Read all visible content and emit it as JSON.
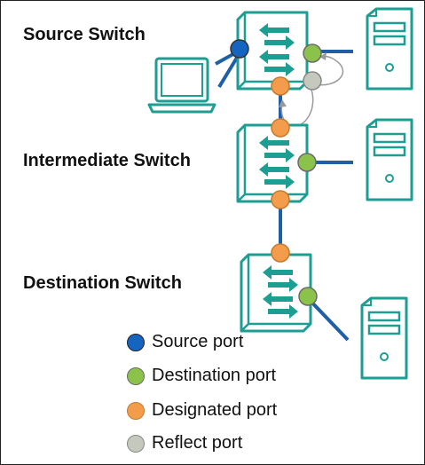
{
  "labels": {
    "source_switch": "Source Switch",
    "intermediate_switch": "Intermediate Switch",
    "destination_switch": "Destination Switch"
  },
  "legend": [
    {
      "label": "Source port",
      "color": "#1565c0"
    },
    {
      "label": "Destination port",
      "color": "#8bc34a"
    },
    {
      "label": "Designated port",
      "color": "#f39c4b"
    },
    {
      "label": "Reflect port",
      "color": "#c5c9bd"
    }
  ],
  "colors": {
    "device_outline": "#1d9e93",
    "link": "#1f5fa8",
    "arrow": "#1d9e93",
    "reflect_arrow": "#9a9a9a"
  }
}
